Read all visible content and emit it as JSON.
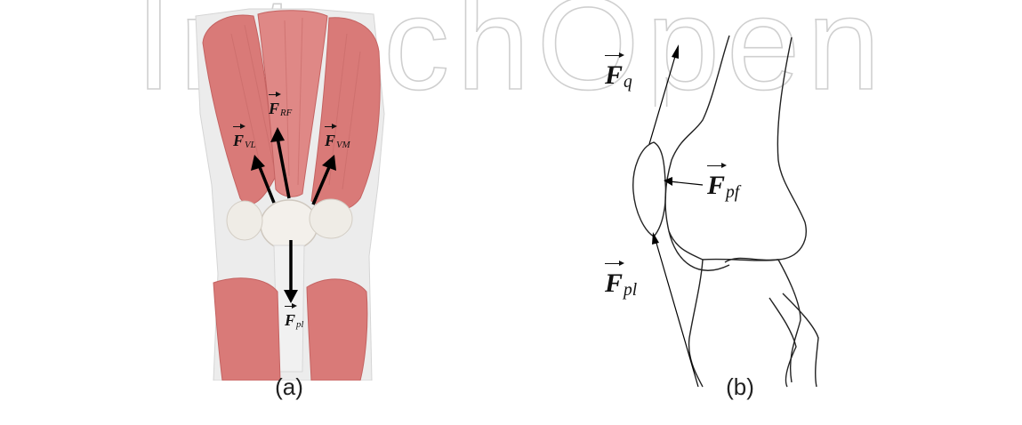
{
  "watermark": {
    "text": "IntechOpen"
  },
  "figure_a": {
    "caption": "(a)",
    "labels": [
      {
        "name": "force-rf-label",
        "symbol": "F",
        "sub": "RF"
      },
      {
        "name": "force-vl-label",
        "symbol": "F",
        "sub": "VL"
      },
      {
        "name": "force-vm-label",
        "symbol": "F",
        "sub": "VM"
      },
      {
        "name": "force-pl-label",
        "symbol": "F",
        "sub": "pl"
      }
    ]
  },
  "figure_b": {
    "caption": "(b)",
    "labels": [
      {
        "name": "force-q-label",
        "symbol": "F",
        "sub": "q"
      },
      {
        "name": "force-pf-label",
        "symbol": "F",
        "sub": "pf"
      },
      {
        "name": "force-pl-label",
        "symbol": "F",
        "sub": "pl"
      }
    ]
  },
  "colors": {
    "muscle": "#d97a78",
    "tendon": "#ececec",
    "outline": "#222222",
    "watermark": "#c9c9c9"
  }
}
